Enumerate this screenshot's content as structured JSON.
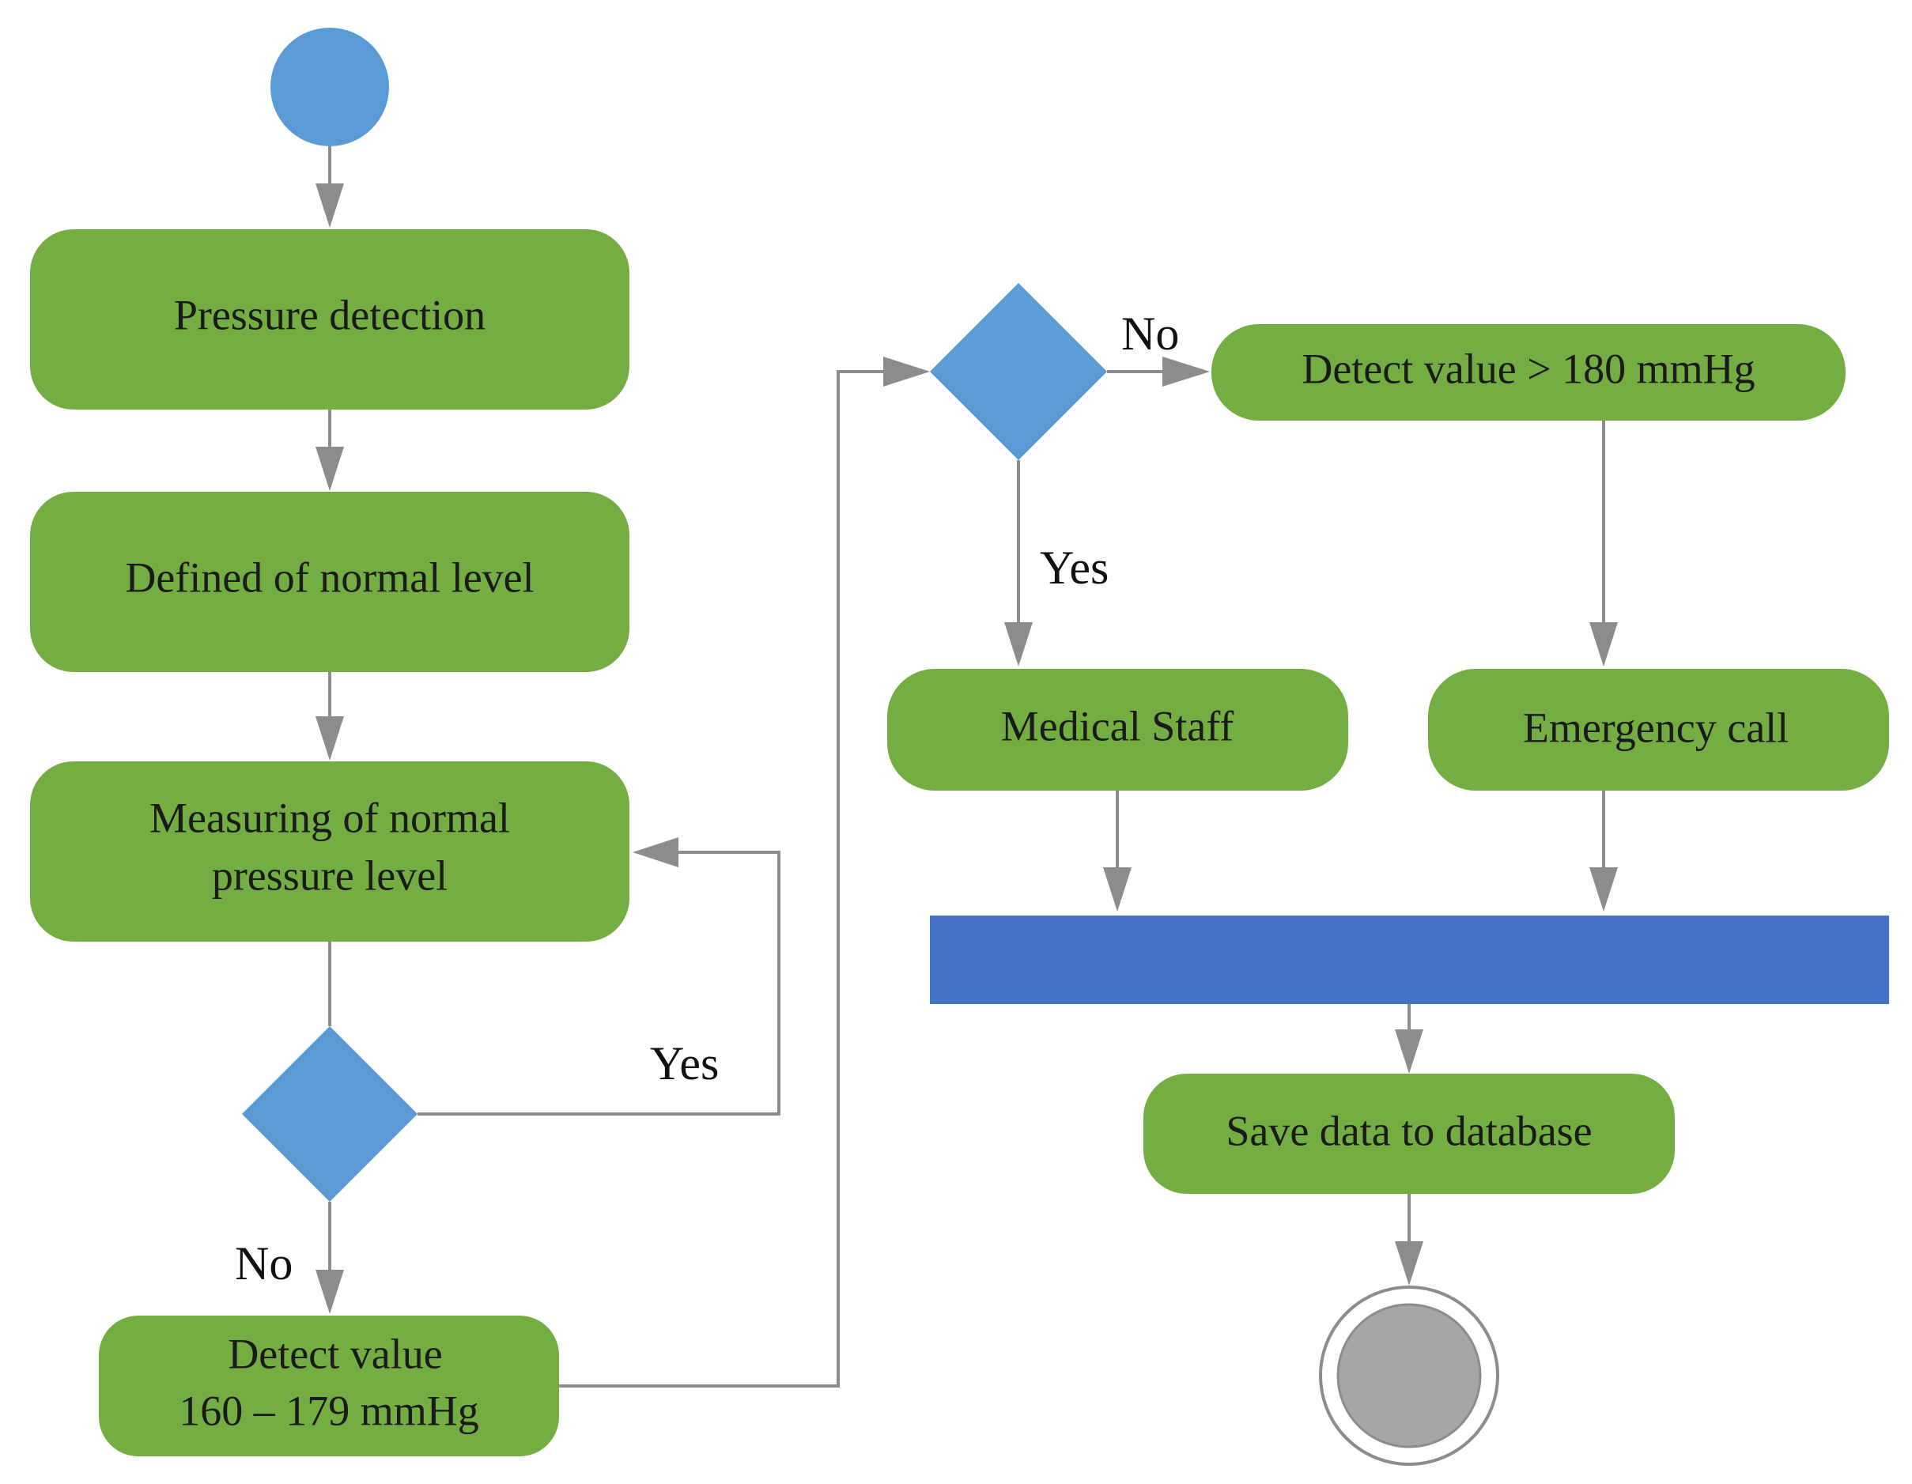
{
  "nodes": {
    "pressure_detection": "Pressure detection",
    "defined_normal_level": "Defined of normal level",
    "measuring_line1": "Measuring of normal",
    "measuring_line2": "pressure level",
    "detect_160_line1": "Detect value",
    "detect_160_line2": "160 – 179 mmHg",
    "detect_180": "Detect value > 180 mmHg",
    "medical_staff": "Medical Staff",
    "emergency_call": "Emergency call",
    "save_data": "Save data to database"
  },
  "edge_labels": {
    "yes_loop": "Yes",
    "no_down": "No",
    "no_right": "No",
    "yes_down": "Yes"
  },
  "colors": {
    "action": "#74ad41",
    "decision": "#5b9bd5",
    "initial": "#5b9bd5",
    "fork_bar": "#4472c4",
    "final": "#a6a6a6",
    "connector": "#8c8c8c"
  }
}
